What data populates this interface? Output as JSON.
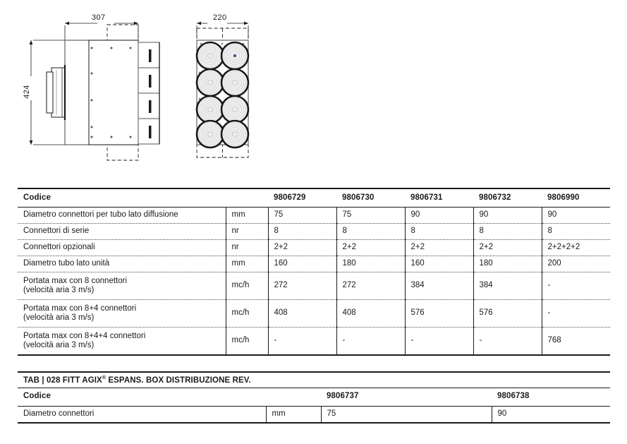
{
  "drawings": {
    "side_view": {
      "name": "side-view",
      "width_dim": "307",
      "height_dim": "424"
    },
    "front_view": {
      "name": "front-view",
      "width_dim": "220",
      "connector_rows": 4,
      "connector_cols": 2
    }
  },
  "table1": {
    "header": {
      "label": "Codice",
      "unit": "",
      "codes": [
        "9806729",
        "9806730",
        "9806731",
        "9806732",
        "9806990"
      ]
    },
    "rows": [
      {
        "label": "Diametro connettori per tubo lato diffusione",
        "label2": "",
        "unit": "mm",
        "values": [
          "75",
          "75",
          "90",
          "90",
          "90"
        ]
      },
      {
        "label": "Connettori di serie",
        "label2": "",
        "unit": "nr",
        "values": [
          "8",
          "8",
          "8",
          "8",
          "8"
        ]
      },
      {
        "label": "Connettori opzionali",
        "label2": "",
        "unit": "nr",
        "values": [
          "2+2",
          "2+2",
          "2+2",
          "2+2",
          "2+2+2+2"
        ]
      },
      {
        "label": "Diametro tubo lato unità",
        "label2": "",
        "unit": "mm",
        "values": [
          "160",
          "180",
          "160",
          "180",
          "200"
        ]
      },
      {
        "label": "Portata max con 8 connettori",
        "label2": "(velocità aria 3 m/s)",
        "unit": "mc/h",
        "values": [
          "272",
          "272",
          "384",
          "384",
          "-"
        ]
      },
      {
        "label": "Portata max con 8+4 connettori",
        "label2": "(velocità aria 3 m/s)",
        "unit": "mc/h",
        "values": [
          "408",
          "408",
          "576",
          "576",
          "-"
        ]
      },
      {
        "label": "Portata max con 8+4+4 connettori",
        "label2": "(velocità aria 3 m/s)",
        "unit": "mc/h",
        "values": [
          "-",
          "-",
          "-",
          "-",
          "768"
        ]
      }
    ]
  },
  "table2": {
    "caption_prefix": "TAB | 028  FITT AGIX",
    "caption_sup": "®",
    "caption_suffix": " ESPANS. BOX DISTRIBUZIONE REV.",
    "header": {
      "label": "Codice",
      "unit": "",
      "codes": [
        "9806737",
        "9806738"
      ]
    },
    "rows": [
      {
        "label": "Diametro connettori",
        "label2": "",
        "unit": "mm",
        "values": [
          "75",
          "90"
        ]
      }
    ]
  }
}
